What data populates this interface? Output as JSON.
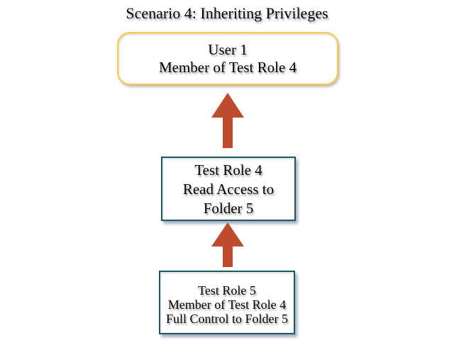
{
  "title": "Scenario 4: Inheriting Privileges",
  "colors": {
    "background": "#ffffff",
    "text": "#000000",
    "box_fill": "#ffffff",
    "user_box_border": "#fec93f",
    "role_box_border": "#1b5a5e",
    "arrow": "#bf4b2f"
  },
  "user_box": {
    "lines": [
      "User 1",
      "Member of Test Role 4"
    ]
  },
  "role4_box": {
    "lines": [
      "Test Role 4",
      "Read Access to",
      "Folder 5"
    ]
  },
  "role5_box": {
    "lines": [
      "Test Role 5",
      "Member of Test Role 4",
      "Full Control to Folder 5"
    ]
  }
}
